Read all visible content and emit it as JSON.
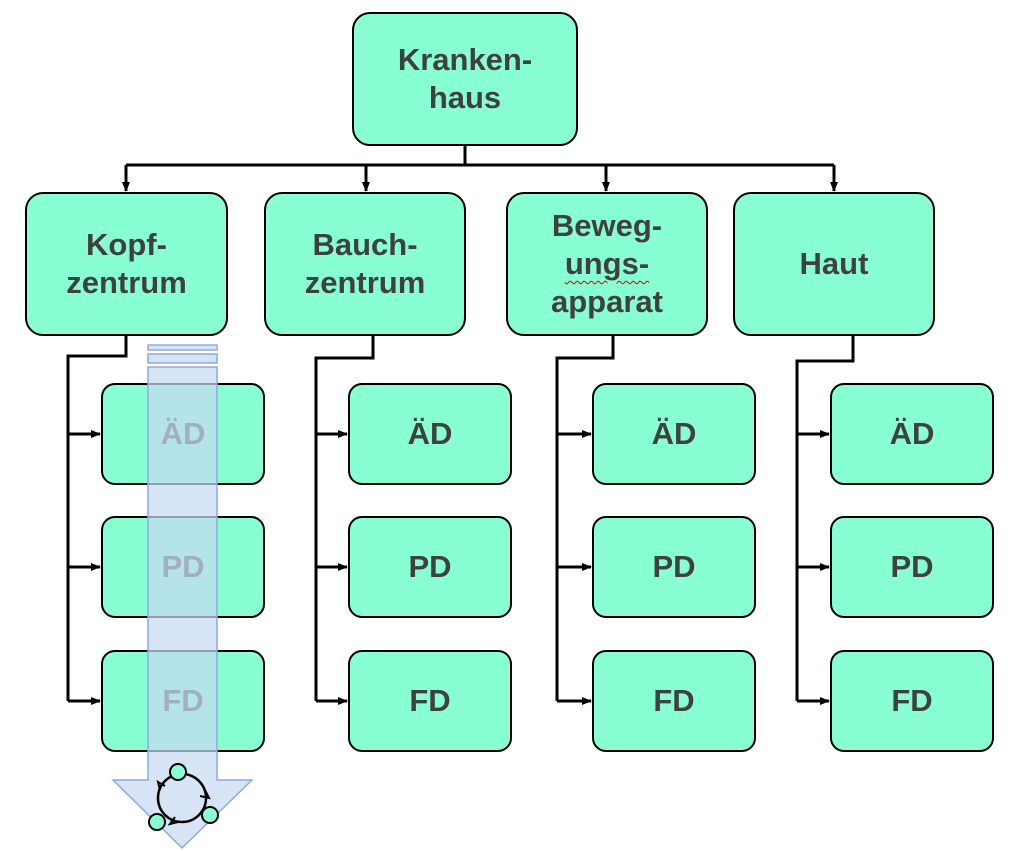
{
  "root": {
    "label": "Kranken-\nhaus"
  },
  "centers": [
    {
      "id": "kopf",
      "label": "Kopf-\nzentrum",
      "units": [
        "ÄD",
        "PD",
        "FD"
      ]
    },
    {
      "id": "bauch",
      "label": "Bauch-\nzentrum",
      "units": [
        "ÄD",
        "PD",
        "FD"
      ]
    },
    {
      "id": "beweg",
      "label_lines": [
        "Beweg-",
        "ungs-",
        "apparat"
      ],
      "units": [
        "ÄD",
        "PD",
        "FD"
      ]
    },
    {
      "id": "haut",
      "label": "Haut",
      "units": [
        "ÄD",
        "PD",
        "FD"
      ]
    }
  ],
  "colors": {
    "box_fill": "#87ffd3",
    "box_border": "#000000",
    "text": "#404040",
    "process_arrow_fill": "#c6d9f1",
    "process_arrow_border": "#8eaadb"
  },
  "icons": {
    "process_arrow": "down-arrow-icon",
    "cycle": "cycle-icon"
  }
}
